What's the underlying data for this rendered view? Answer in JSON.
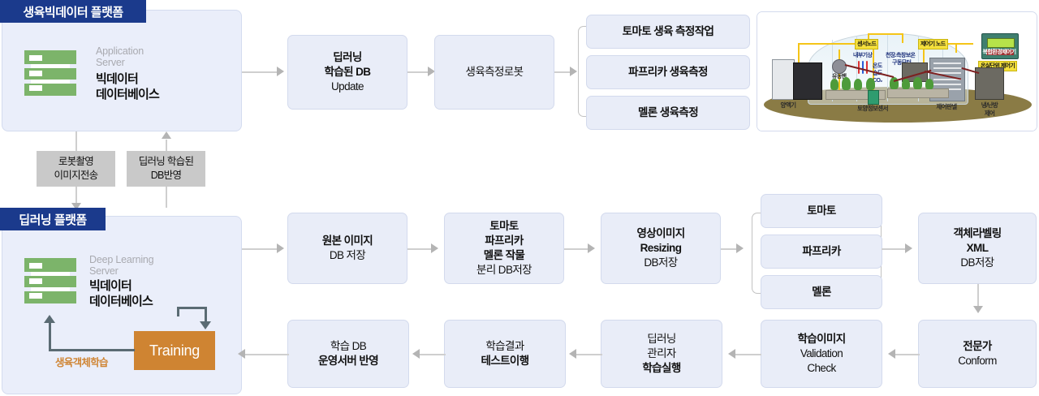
{
  "platforms": {
    "bigdata": {
      "title": "생육빅데이터 플랫폼",
      "server_head_line1": "Application",
      "server_head_line2": "Server",
      "server_main_line1": "빅데이터",
      "server_main_line2": "데이터베이스",
      "icon": "server-icon"
    },
    "deeplearning": {
      "title": "딥러닝 플랫폼",
      "server_head_line1": "Deep Learning",
      "server_head_line2": "Server",
      "server_main_line1": "빅데이터",
      "server_main_line2": "데이터베이스",
      "icon": "server-icon",
      "training_label": "Training",
      "loop_label": "생육객체학습"
    }
  },
  "chips": [
    {
      "line1": "로봇촬영",
      "line2": "이미지전송"
    },
    {
      "line1": "딥러닝 학습된",
      "line2": "DB반영"
    }
  ],
  "row_top": [
    {
      "lines": [
        {
          "t": "딥러닝",
          "b": true
        },
        {
          "t": "학습된 DB",
          "b": true
        },
        {
          "t": "Update",
          "b": false
        }
      ]
    },
    {
      "lines": [
        {
          "t": "생육측정로봇",
          "b": false
        }
      ]
    }
  ],
  "measure_stack": [
    {
      "label": "토마토 생육 측정작업"
    },
    {
      "label": "파프리카 생육측정"
    },
    {
      "label": "멜론 생육측정"
    }
  ],
  "row_mid": [
    {
      "lines": [
        {
          "t": "원본 이미지",
          "b": true
        },
        {
          "t": "DB 저장",
          "b": false
        }
      ]
    },
    {
      "lines": [
        {
          "t": "토마토",
          "b": true
        },
        {
          "t": "파프리카",
          "b": true
        },
        {
          "t": "멜론 작물",
          "b": true
        },
        {
          "t": "분리 DB저장",
          "b": false
        }
      ]
    },
    {
      "lines": [
        {
          "t": "영상이미지",
          "b": true
        },
        {
          "t": "Resizing",
          "b": true
        },
        {
          "t": "DB저장",
          "b": false
        }
      ]
    }
  ],
  "crop_stack": [
    {
      "label": "토마토"
    },
    {
      "label": "파프리카"
    },
    {
      "label": "멜론"
    }
  ],
  "labeling_node": {
    "lines": [
      {
        "t": "객체라벨링",
        "b": true
      },
      {
        "t": "XML",
        "b": true
      },
      {
        "t": "DB저장",
        "b": false
      }
    ]
  },
  "expert_node": {
    "lines": [
      {
        "t": "전문가",
        "b": true
      },
      {
        "t": "Conform",
        "b": false
      }
    ]
  },
  "row_bottom": [
    {
      "lines": [
        {
          "t": "학습 DB",
          "b": false
        },
        {
          "t": "운영서버 반영",
          "b": true
        }
      ]
    },
    {
      "lines": [
        {
          "t": "학습결과",
          "b": false
        },
        {
          "t": "테스트이행",
          "b": true
        }
      ]
    },
    {
      "lines": [
        {
          "t": "딥러닝",
          "b": false
        },
        {
          "t": "관리자",
          "b": false
        },
        {
          "t": "학습실행",
          "b": true
        }
      ]
    },
    {
      "lines": [
        {
          "t": "학습이미지",
          "b": true
        },
        {
          "t": "Validation",
          "b": false
        },
        {
          "t": "Check",
          "b": false
        }
      ]
    }
  ],
  "greenhouse": {
    "tags": [
      {
        "text": "센서노드"
      },
      {
        "text": "제어기 노드"
      },
      {
        "text": "온실단위 제어기"
      }
    ],
    "blue_labels": [
      {
        "text": "내부기상"
      },
      {
        "text": "천장.측창보온"
      },
      {
        "text": "구동모터"
      },
      {
        "text": "온도"
      },
      {
        "text": "습도"
      },
      {
        "text": "CO₂"
      },
      {
        "text": "유동팬"
      }
    ],
    "device_label": "복합환경제어기",
    "ground_labels": [
      {
        "text": "양액기"
      },
      {
        "text": "토양정보센서"
      },
      {
        "text": "제어판넬"
      },
      {
        "text": "냉/난방"
      },
      {
        "text": "제어"
      }
    ]
  },
  "colors": {
    "title_bar": "#1b3a8c",
    "platform_bg": "#eaeefa",
    "node_bg": "#e9edf8",
    "chip_bg": "#c9c9c9",
    "training_bg": "#cf8432",
    "server_green": "#7cb46a",
    "connector": "#cfcfcf"
  }
}
